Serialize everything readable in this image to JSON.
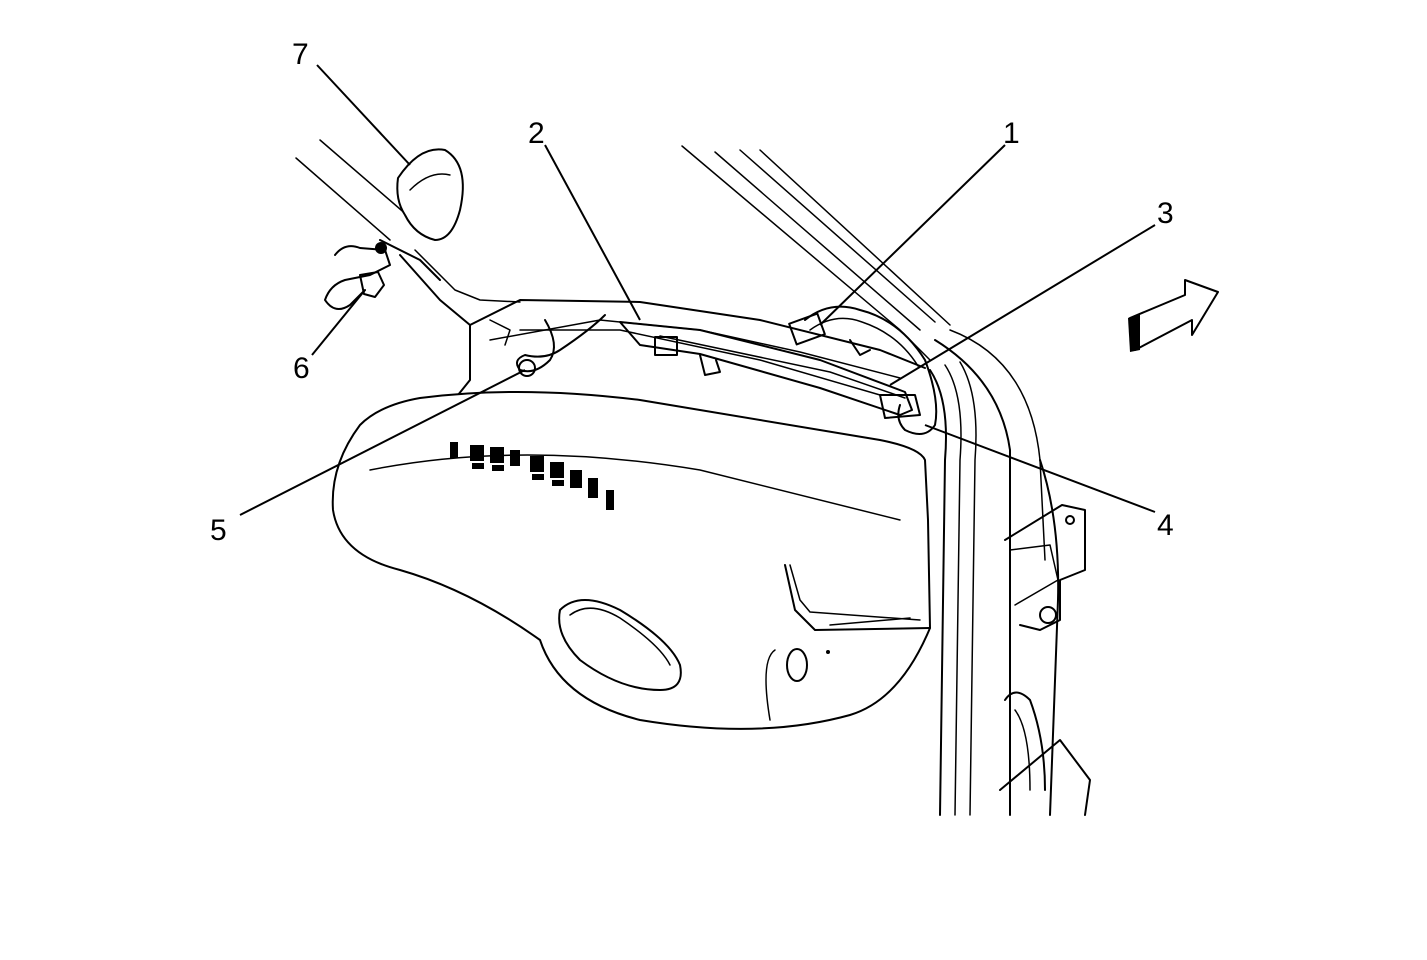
{
  "callouts": [
    {
      "id": "1",
      "label": "1"
    },
    {
      "id": "2",
      "label": "2"
    },
    {
      "id": "3",
      "label": "3"
    },
    {
      "id": "4",
      "label": "4"
    },
    {
      "id": "5",
      "label": "5"
    },
    {
      "id": "6",
      "label": "6"
    },
    {
      "id": "7",
      "label": "7"
    }
  ],
  "colors": {
    "line": "#000000",
    "background": "#ffffff"
  },
  "icons": {
    "direction": "front-arrow-icon"
  }
}
